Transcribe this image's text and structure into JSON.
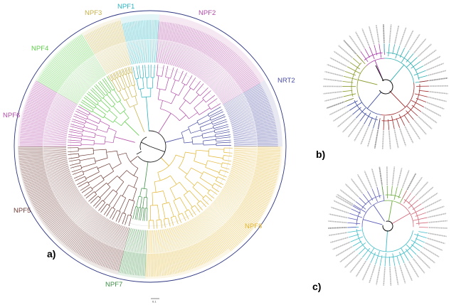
{
  "panels": {
    "a": {
      "label": "a)"
    },
    "b": {
      "label": "b)"
    },
    "c": {
      "label": "c)"
    }
  },
  "clades": [
    {
      "id": "NPF1",
      "label": "NPF1",
      "color": "#2ab3bf"
    },
    {
      "id": "NPF2",
      "label": "NPF2",
      "color": "#b04ca6"
    },
    {
      "id": "NRT2",
      "label": "NRT2",
      "color": "#4a4ea3"
    },
    {
      "id": "NPF8",
      "label": "NPF8",
      "color": "#e3b633"
    },
    {
      "id": "NPF7",
      "label": "NPF7",
      "color": "#3f8f46"
    },
    {
      "id": "NPF5",
      "label": "NPF5",
      "color": "#6e3b35"
    },
    {
      "id": "NPF6",
      "label": "NPF6",
      "color": "#b34fa8"
    },
    {
      "id": "NPF4",
      "label": "NPF4",
      "color": "#5ed04a"
    },
    {
      "id": "NPF3",
      "label": "NPF3",
      "color": "#c8b24a"
    }
  ],
  "scale_bar": {
    "label": "0.1"
  },
  "colors": {
    "outer_ring": "#2d3580",
    "backbone": "#222222",
    "b_olive": "#8a9a2a",
    "b_magenta": "#a63ca6",
    "b_teal": "#2aaeb0",
    "b_blue": "#3c4aa0",
    "b_red": "#a0282a",
    "c_blue": "#5a5ab8",
    "c_green": "#6aaa3a",
    "c_pink": "#d36a7a",
    "c_teal": "#3cbcc8"
  }
}
